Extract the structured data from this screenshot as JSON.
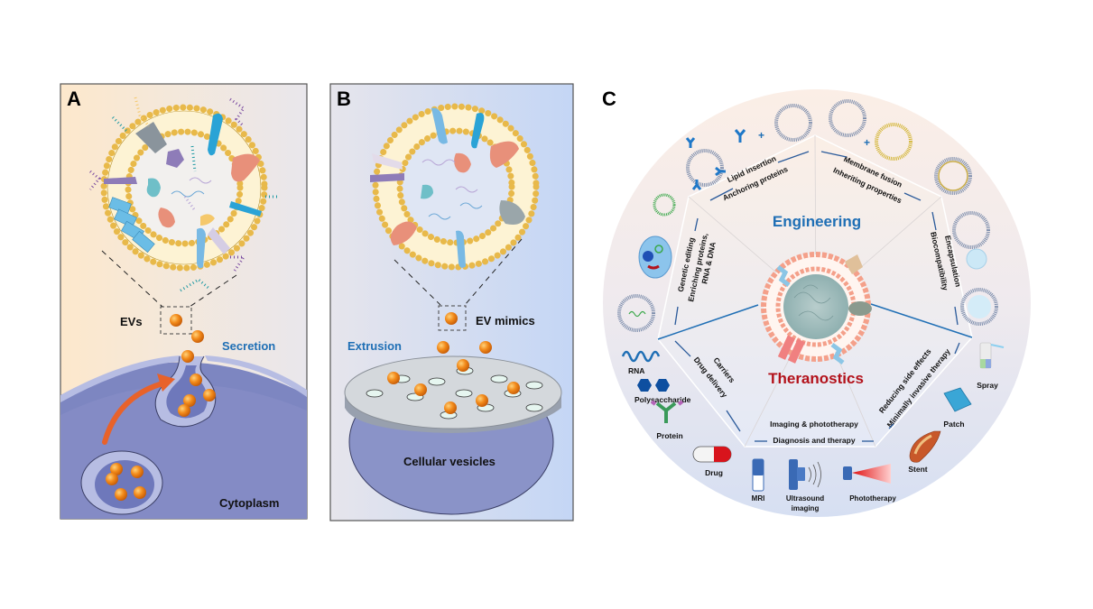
{
  "panels": {
    "a": {
      "letter": "A",
      "ev_label": "EVs",
      "secretion_label": "Secretion",
      "cytoplasm_label": "Cytoplasm"
    },
    "b": {
      "letter": "B",
      "mimic_label": "EV mimics",
      "extrusion_label": "Extrusion",
      "source_label": "Cellular vesicles"
    },
    "c": {
      "letter": "C",
      "engineering_label": "Engineering",
      "theranostics_label": "Theranostics",
      "engineering_methods": [
        {
          "line1": "Lipid insertion",
          "line2": "Anchoring proteins"
        },
        {
          "line1": "Membrane fusion",
          "line2": "Inheriting properties"
        },
        {
          "line1": "Encapsulation",
          "line2": "Biocompatibility"
        },
        {
          "line1": "Genetic editing",
          "line2": "Enriching proteins,",
          "line3": "RNA & DNA"
        }
      ],
      "theranostic_methods": [
        {
          "line1": "Carriers",
          "line2": "Drug delivery"
        },
        {
          "line1": "Imaging & phototherapy",
          "line2": "Diagnosis and therapy"
        },
        {
          "line1": "Reducing side effects",
          "line2": "Minimally invasive therapy"
        }
      ],
      "cargo_labels": [
        "RNA",
        "Polysaccharide",
        "Protein",
        "Drug"
      ],
      "imaging_labels": [
        "MRI",
        "Ultrasound",
        "imaging",
        "Phototherapy"
      ],
      "device_labels": [
        "Spray",
        "Patch",
        "Stent"
      ]
    }
  },
  "colors": {
    "accent_blue": "#1f6fb5",
    "accent_red": "#b3121b",
    "ev_orange": "#f07f14",
    "lipid_gold": "#e8b94a",
    "cell_purple": "#8b93c9",
    "arrow_orange": "#e8622a"
  }
}
